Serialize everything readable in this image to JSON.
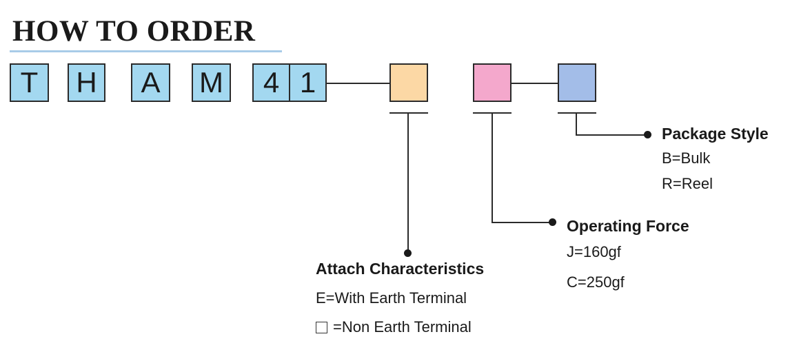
{
  "title": "HOW TO ORDER",
  "code_letters": [
    "T",
    "H",
    "A",
    "M",
    "4",
    "1"
  ],
  "colors": {
    "code_box_fill": "#a3d8f0",
    "attach_box_fill": "#fcd8a5",
    "force_box_fill": "#f4a8cc",
    "package_box_fill": "#a3bde8",
    "underline": "#a8cbe8"
  },
  "attach": {
    "heading": "Attach Characteristics",
    "options": [
      "E=With Earth Terminal",
      "=Non Earth Terminal"
    ]
  },
  "force": {
    "heading": "Operating Force",
    "options": [
      "J=160gf",
      "C=250gf"
    ]
  },
  "package": {
    "heading": "Package Style",
    "options": [
      "B=Bulk",
      "R=Reel"
    ]
  }
}
